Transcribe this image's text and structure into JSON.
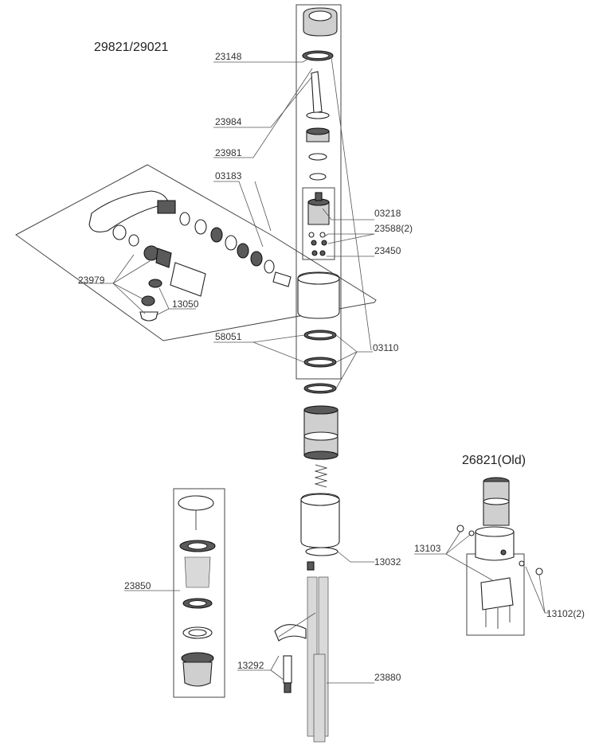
{
  "models": {
    "main": "29821/29021",
    "old": "26821(Old)"
  },
  "parts": {
    "p23148": "23148",
    "p23984": "23984",
    "p23981": "23981",
    "p03183": "03183",
    "p03218": "03218",
    "p23588": "23588(2)",
    "p23450": "23450",
    "p23979": "23979",
    "p13050": "13050",
    "p58051": "58051",
    "p03110": "03110",
    "p13032": "13032",
    "p23850": "23850",
    "p13292": "13292",
    "p23880": "23880",
    "p13103": "13103",
    "p13102": "13102(2)"
  }
}
